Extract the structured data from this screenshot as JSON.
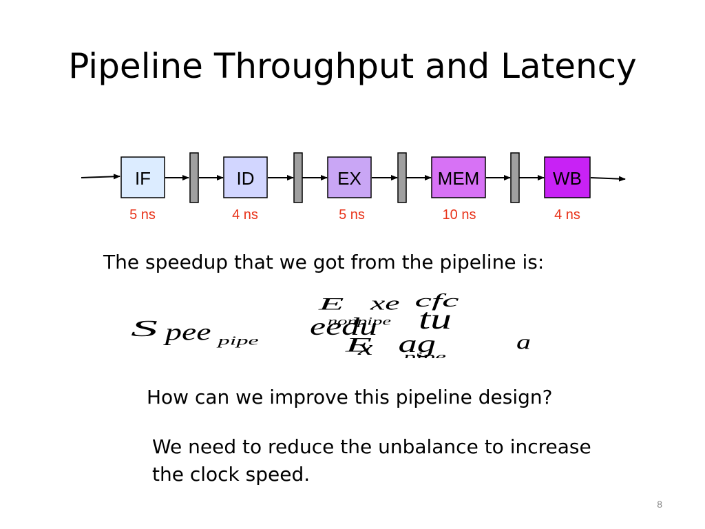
{
  "slide": {
    "title": "Pipeline Throughput and Latency",
    "page_number": "8"
  },
  "pipeline": {
    "colors": {
      "IF": "#dcecff",
      "ID": "#d2d6ff",
      "EX": "#c9a6f5",
      "MEM": "#d772f5",
      "WB": "#c822f5",
      "latch": "#a0a0a0",
      "time_text": "#e8331a"
    },
    "stages": [
      {
        "name": "IF",
        "time": "5 ns"
      },
      {
        "name": "ID",
        "time": "4 ns"
      },
      {
        "name": "EX",
        "time": "5 ns"
      },
      {
        "name": "MEM",
        "time": "10 ns"
      },
      {
        "name": "WB",
        "time": "4 ns"
      }
    ]
  },
  "body": {
    "speedup_text": "The speedup that we got from the pipeline is:",
    "question": "How can we improve this pipeline design?",
    "answer_line1": "We need to reduce the unbalance to increase",
    "answer_line2": "the clock speed."
  }
}
